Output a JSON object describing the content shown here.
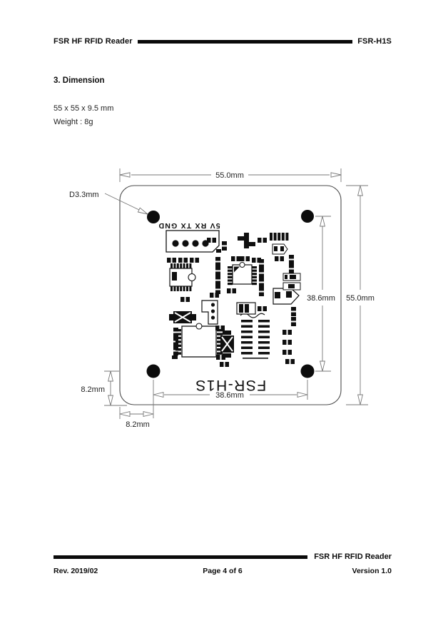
{
  "header": {
    "product": "FSR HF RFID Reader",
    "model": "FSR-H1S"
  },
  "section": {
    "title": "3. Dimension",
    "size_line": "55 x 55 x 9.5 mm",
    "weight_line": "Weight : 8g"
  },
  "diagram": {
    "dim_top_width": "55.0mm",
    "dim_right_height": "55.0mm",
    "dim_hole_span_v": "38.6mm",
    "dim_hole_span_h": "38.6mm",
    "dim_hole_offset_left": "8.2mm",
    "dim_hole_offset_bottom": "8.2mm",
    "hole_diameter": "D3.3mm",
    "connector_label": "5V RX TX GND",
    "board_label": "FSR-H1S"
  },
  "footer": {
    "product": "FSR HF RFID Reader",
    "revision": "Rev. 2019/02",
    "page": "Page 4 of 6",
    "version": "Version 1.0"
  }
}
